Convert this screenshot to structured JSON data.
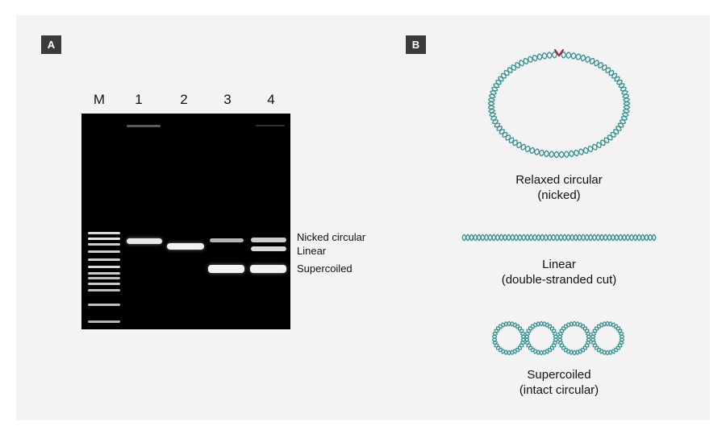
{
  "panel_a": {
    "tag": "A",
    "lanes": [
      "M",
      "1",
      "2",
      "3",
      "4"
    ],
    "band_labels": {
      "nicked": "Nicked circular",
      "linear": "Linear",
      "supercoiled": "Supercoiled"
    }
  },
  "panel_b": {
    "tag": "B",
    "relaxed": {
      "line1": "Relaxed circular",
      "line2": "(nicked)"
    },
    "linear": {
      "line1": "Linear",
      "line2": "(double-stranded cut)"
    },
    "supercoiled": {
      "line1": "Supercoiled",
      "line2": "(intact circular)"
    }
  },
  "colors": {
    "dna_strand": "#2f8f8c",
    "nick_marker": "#b5153c",
    "gel": "#000000",
    "band": "#ffffff"
  }
}
